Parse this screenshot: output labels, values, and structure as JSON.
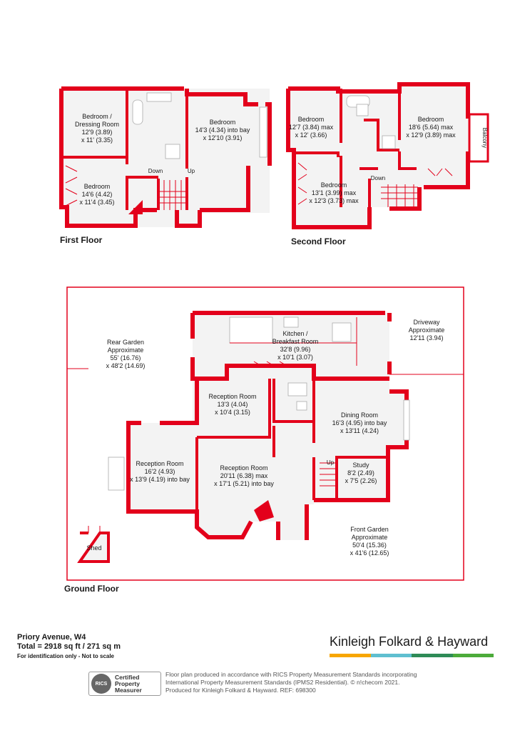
{
  "colors": {
    "wall": "#e3001b",
    "floor": "#f3f3f3",
    "outline": "#e3001b"
  },
  "floors": {
    "first": "First Floor",
    "second": "Second Floor",
    "ground": "Ground Floor"
  },
  "rooms": {
    "ff_bedroom_dressing": [
      "Bedroom /",
      "Dressing Room",
      "12'9 (3.89)",
      "x 11' (3.35)"
    ],
    "ff_bedroom_bay": [
      "Bedroom",
      "14'3 (4.34) into bay",
      "x 12'10 (3.91)"
    ],
    "ff_bedroom_sw": [
      "Bedroom",
      "14'6 (4.42)",
      "x 11'4 (3.45)"
    ],
    "sf_bedroom_nw": [
      "Bedroom",
      "12'7 (3.84) max",
      "x 12' (3.66)"
    ],
    "sf_bedroom_ne": [
      "Bedroom",
      "18'6 (5.64) max",
      "x 12'9 (3.89) max"
    ],
    "sf_bedroom_sw": [
      "Bedroom",
      "13'1 (3.99) max",
      "x 12'3 (3.73) max"
    ],
    "gf_kitchen": [
      "Kitchen /",
      "Breakfast Room",
      "32'8 (9.96)",
      "x 10'1 (3.07)"
    ],
    "gf_reception_1": [
      "Reception Room",
      "13'3 (4.04)",
      "x 10'4 (3.15)"
    ],
    "gf_dining": [
      "Dining Room",
      "16'3 (4.95) into bay",
      "x 13'11 (4.24)"
    ],
    "gf_reception_2": [
      "Reception Room",
      "16'2 (4.93)",
      "x 13'9 (4.19) into bay"
    ],
    "gf_reception_3": [
      "Reception Room",
      "20'11 (6.38) max",
      "x 17'1 (5.21) into bay"
    ],
    "gf_study": [
      "Study",
      "8'2 (2.49)",
      "x 7'5 (2.26)"
    ],
    "gf_rear_garden": [
      "Rear Garden",
      "Approximate",
      "55' (16.76)",
      "x 48'2 (14.69)"
    ],
    "gf_driveway": [
      "Driveway",
      "Approximate",
      "12'11 (3.94)"
    ],
    "gf_front_garden": [
      "Front Garden",
      "Approximate",
      "50'4 (15.36)",
      "x 41'6 (12.65)"
    ],
    "gf_shed": [
      "Shed"
    ]
  },
  "labels": {
    "down": "Down",
    "up": "Up",
    "balcony": "Balcony"
  },
  "info": {
    "address": "Priory Avenue, W4",
    "total": "Total = 2918 sq ft / 271 sq m",
    "disclaimer": "For identification only - Not to scale"
  },
  "brand": {
    "name": "Kinleigh Folkard & Hayward",
    "bar_colors": [
      "#f7a600",
      "#5fbfd0",
      "#2e8b57",
      "#4cab3a"
    ]
  },
  "rics": {
    "mark": "RICS",
    "line1": "Certified",
    "line2": "Property",
    "line3": "Measurer"
  },
  "footer": {
    "line1": "Floor plan produced in accordance with RICS Property Measurement Standards incorporating",
    "line2": "International Property Measurement Standards (IPMS2 Residential).  © n!checom 2021.",
    "line3": "Produced for Kinleigh Folkard & Hayward.   REF: 698300"
  }
}
